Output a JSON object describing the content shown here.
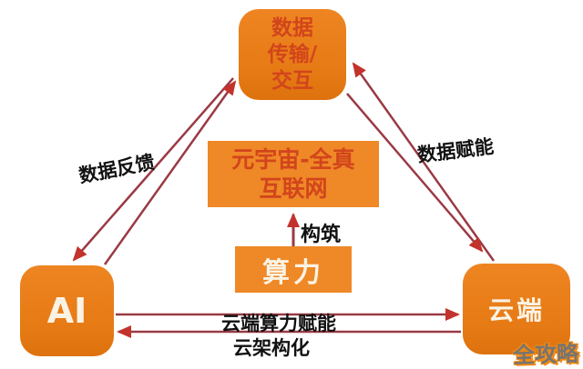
{
  "nodes": {
    "top": {
      "lines": [
        "数据",
        "传输/",
        "交互"
      ]
    },
    "center": {
      "lines": [
        "元宇宙-全真",
        "互联网"
      ]
    },
    "computing": {
      "label": "算力"
    },
    "ai": {
      "label": "AI"
    },
    "cloud": {
      "label": "云端"
    }
  },
  "edge_labels": {
    "left": "数据反馈",
    "right": "数据赋能",
    "build": "构筑",
    "bottom_top": "云端算力赋能",
    "bottom_bottom": "云架构化"
  },
  "watermark": "全攻略",
  "colors": {
    "node_fill": "#ea7e1c",
    "rect_fill": "#ef8826",
    "node_text_red": "#d2451c",
    "node_text_light": "#faf3e4",
    "arrow_line": "#9a3a44",
    "arrow_head": "#c2332b",
    "label_text": "#111111",
    "watermark_text": "#767472",
    "watermark_outline": "#f18913"
  }
}
